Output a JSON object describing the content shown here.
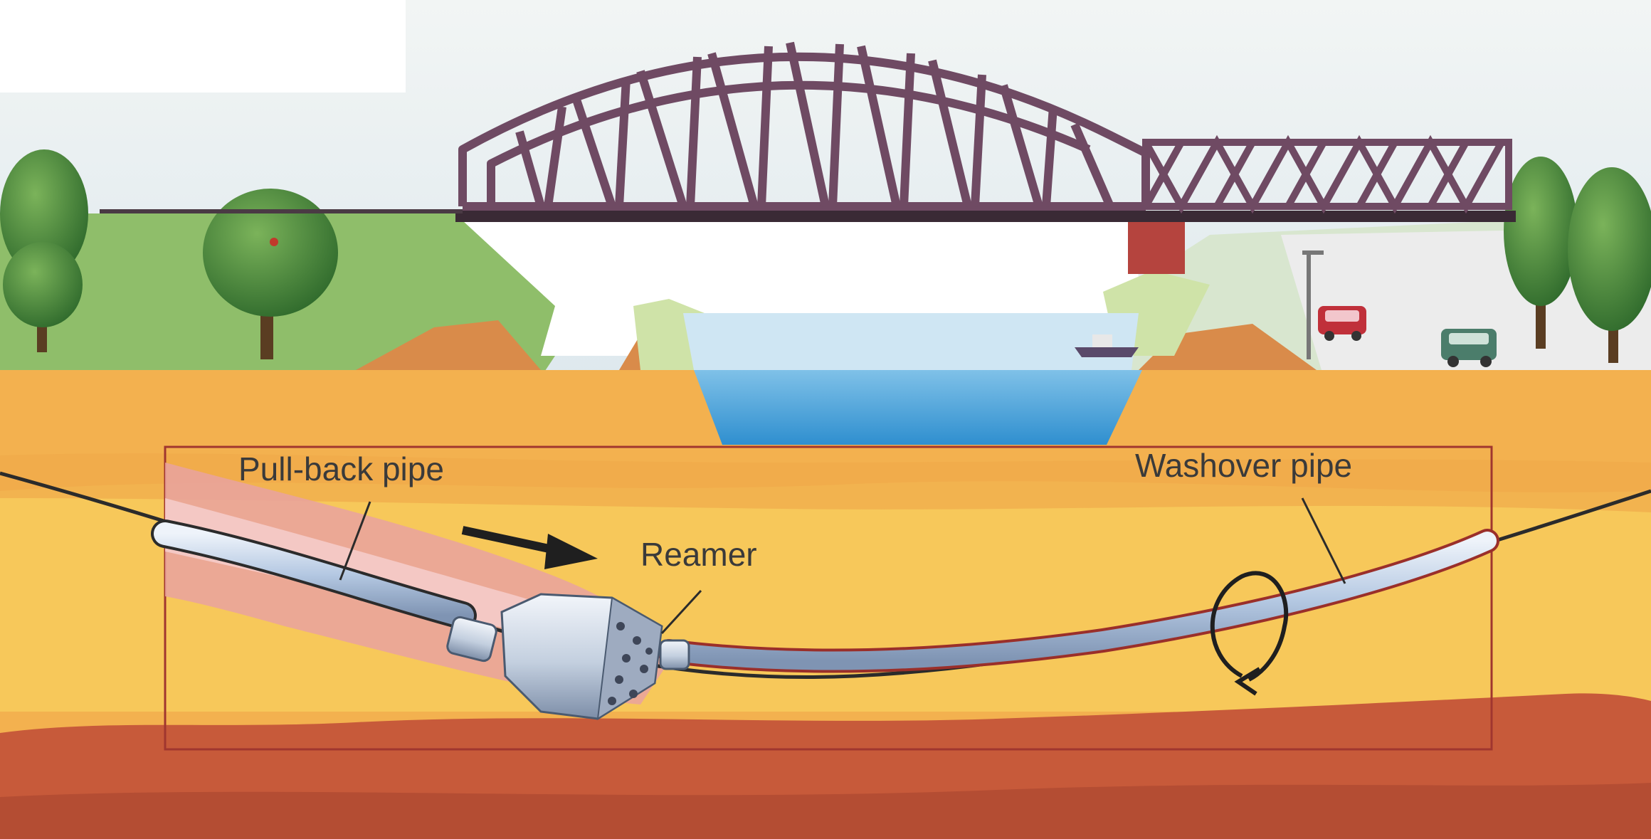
{
  "labels": {
    "pull_back_pipe": "Pull-back pipe",
    "reamer": "Reamer",
    "washover_pipe": "Washover pipe"
  },
  "colors": {
    "sky": "#e9eef0",
    "grass": "#8fbe6a",
    "topsoil": "#f3b14f",
    "sand_layer": "#f7c85a",
    "deep_soil": "#c75a3a",
    "river": "#3a9bd6",
    "bridge_truss": "#6f4a63",
    "pier": "#b5443e",
    "pipe": "#b9cde6",
    "reamer": "#c9d5e4",
    "callout_frame": "#a0362f",
    "label_text": "#3a3a3a"
  }
}
